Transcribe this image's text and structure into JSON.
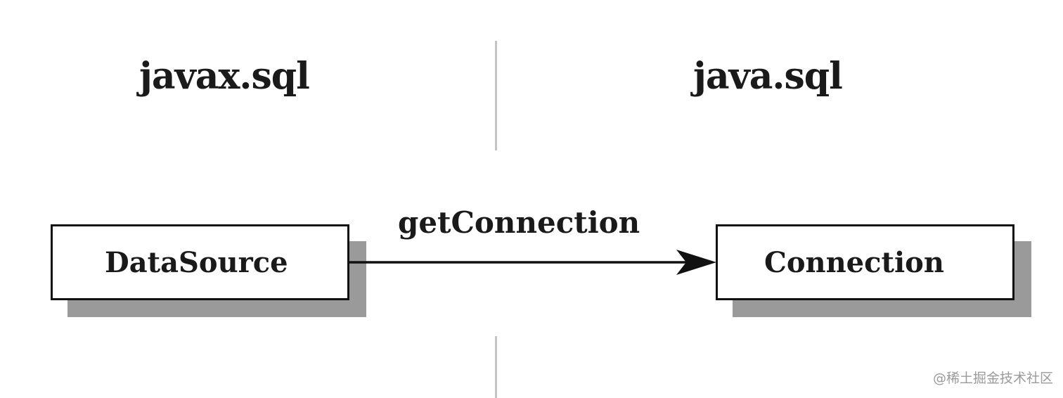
{
  "packages": {
    "left": "javax.sql",
    "right": "java.sql"
  },
  "nodes": {
    "source": "DataSource",
    "target": "Connection"
  },
  "edge": {
    "label": "getConnection"
  },
  "watermark": "@稀土掘金技术社区"
}
